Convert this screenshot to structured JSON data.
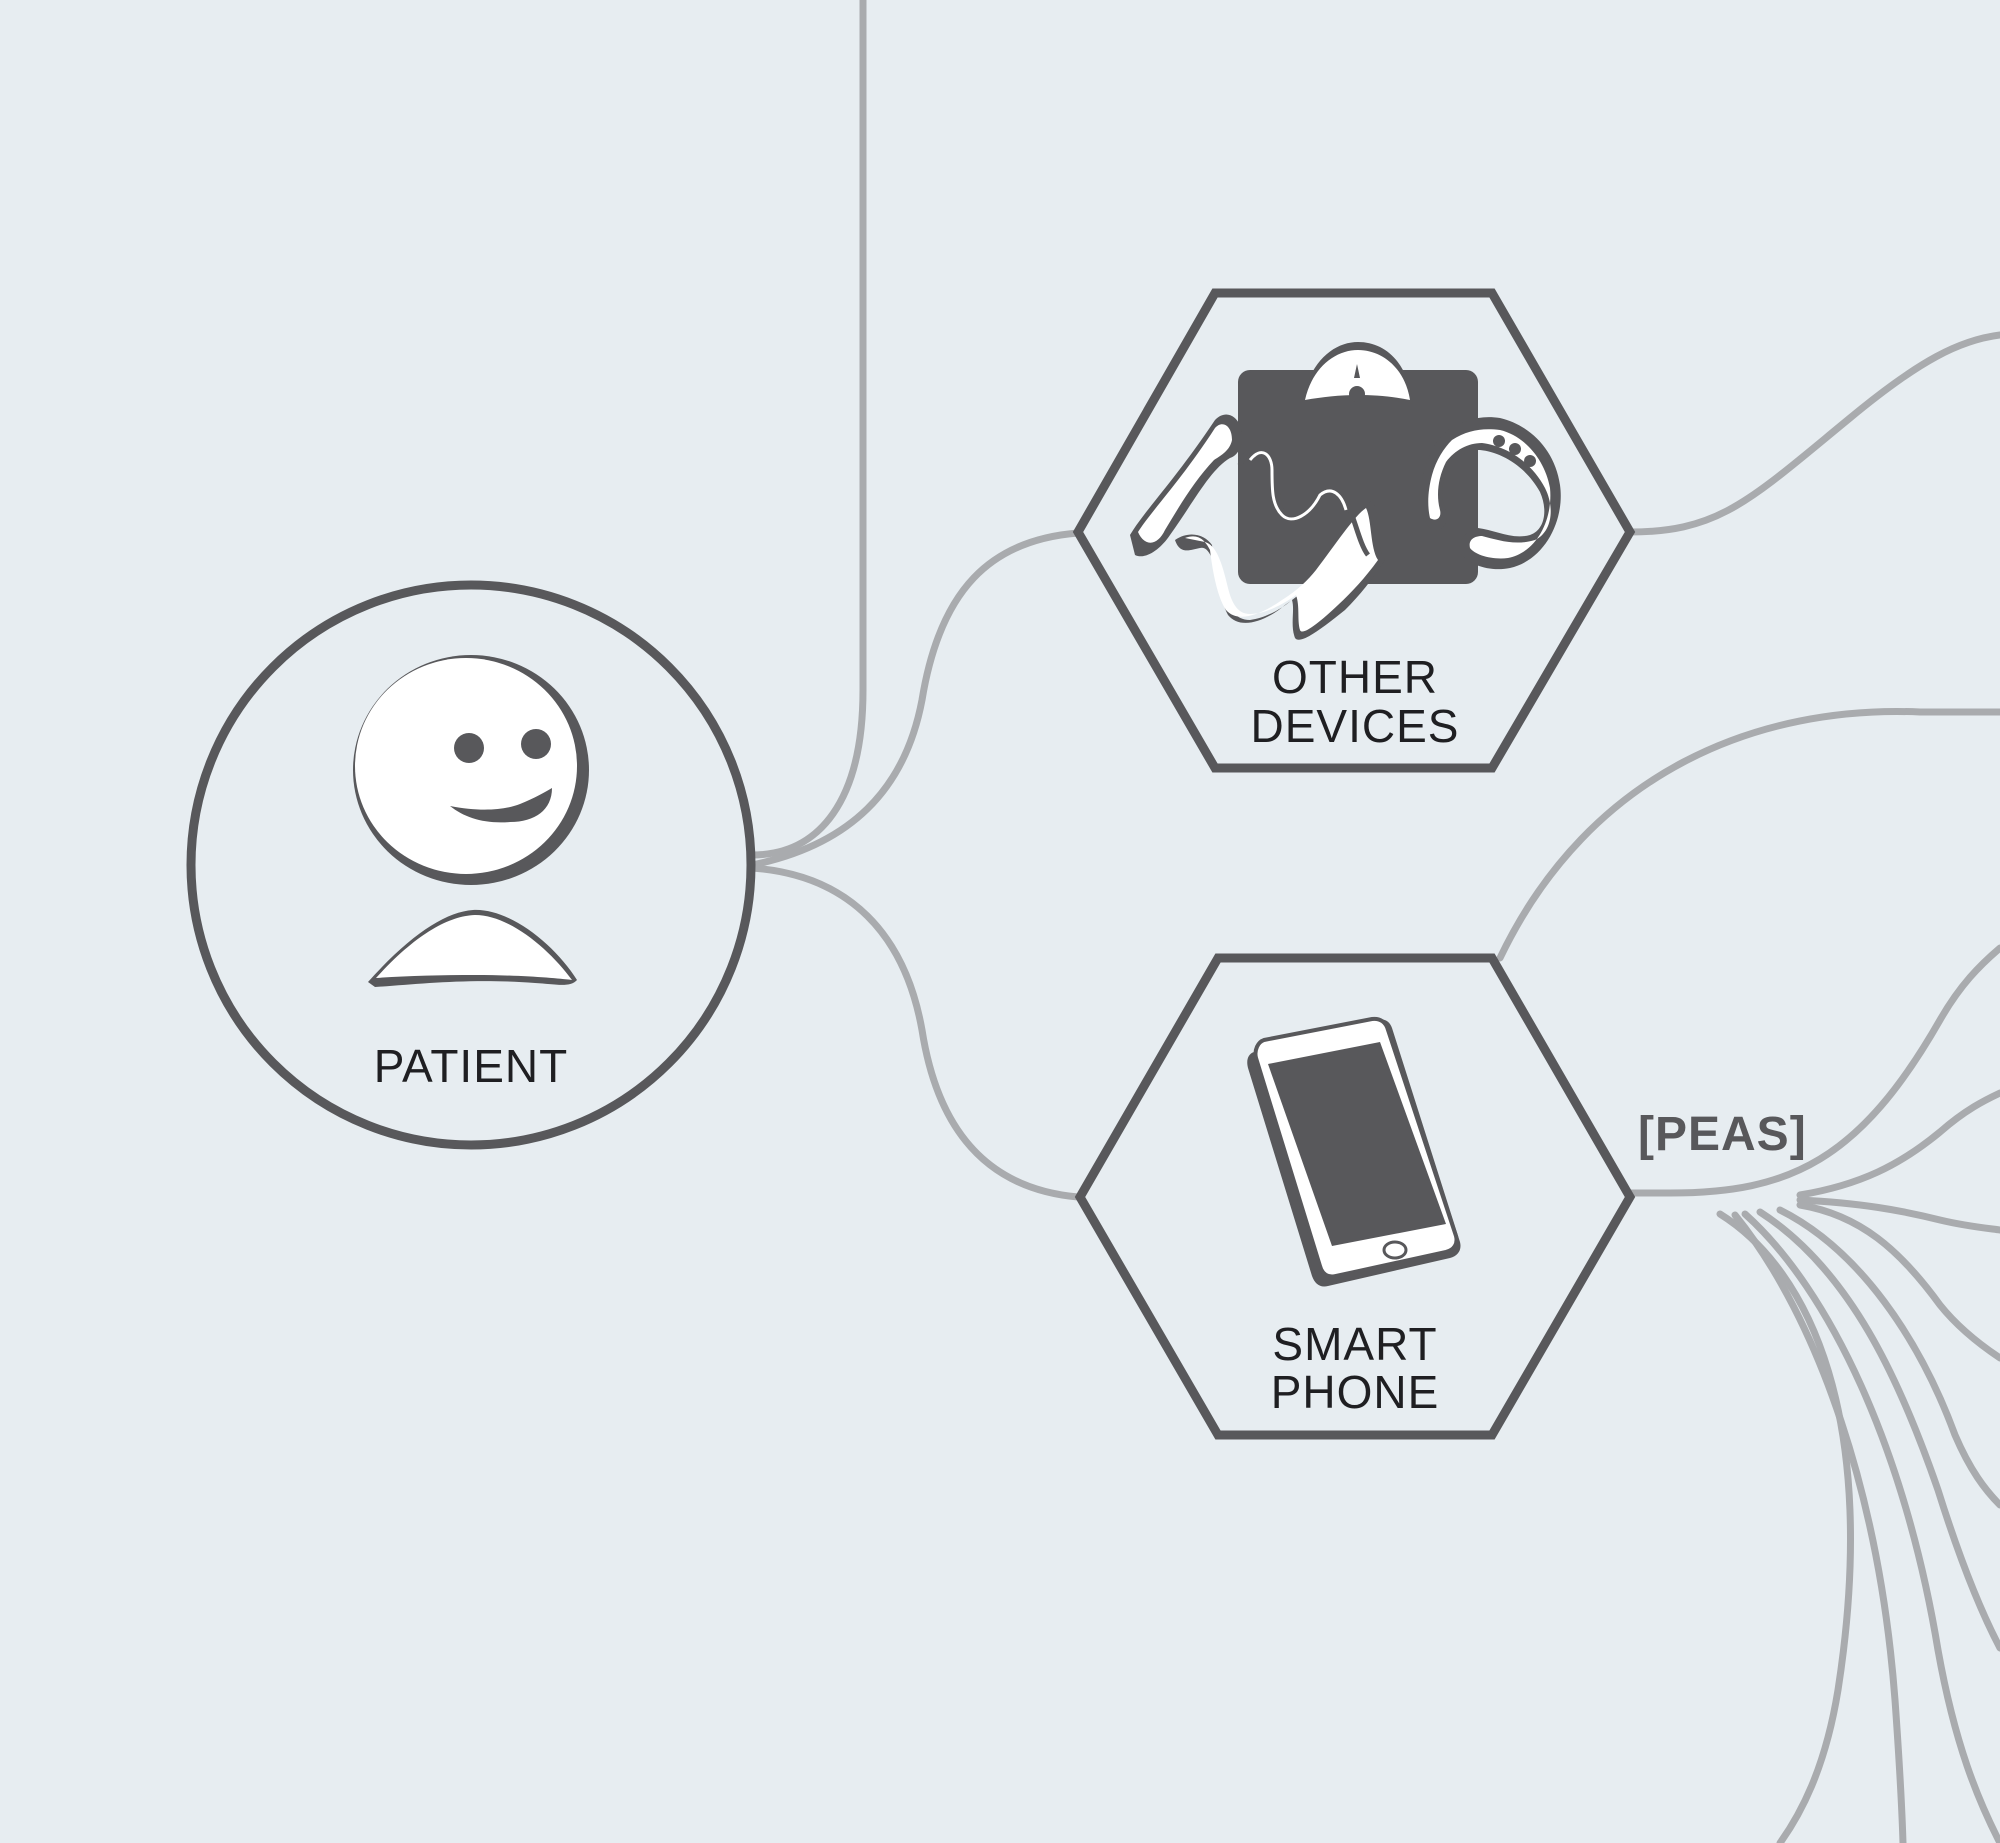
{
  "colors": {
    "background": "#e7edf1",
    "node_outline": "#58585b",
    "connector": "#a9abae",
    "icon_fill": "#58585b",
    "text": "#1f1f22"
  },
  "nodes": {
    "patient": {
      "label": "PATIENT",
      "shape": "circle",
      "icon": "patient-face-icon"
    },
    "other_devices": {
      "label_line1": "OTHER",
      "label_line2": "DEVICES",
      "shape": "hexagon",
      "icon": "devices-icon"
    },
    "smart_phone": {
      "label_line1": "SMART",
      "label_line2": "PHONE",
      "shape": "hexagon",
      "icon": "smartphone-icon"
    }
  },
  "edges": {
    "smart_phone_label": "[PEAS]"
  }
}
